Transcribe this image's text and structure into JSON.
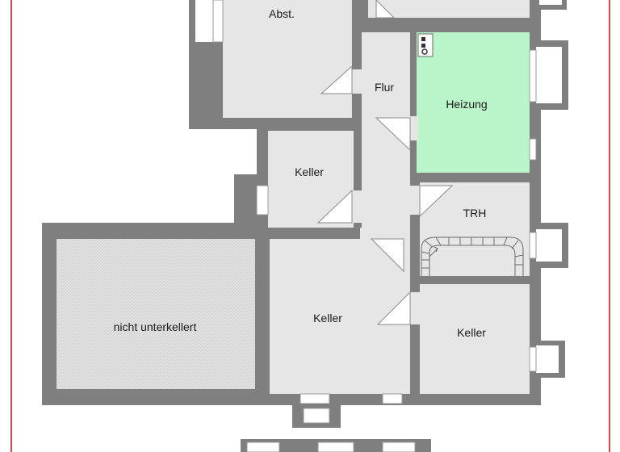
{
  "colors": {
    "border": "#e04848",
    "wall": "#7f7f7f",
    "floor": "#e6e6e6",
    "highlight": "#b9f5c8",
    "hatch": "#cfcfcf",
    "window": "#ffffff"
  },
  "rooms": {
    "abst": "Abst.",
    "flur": "Flur",
    "heizung": "Heizung",
    "keller_mid": "Keller",
    "trh": "TRH",
    "nicht_unterkellert": "nicht unterkellert",
    "keller_center": "Keller",
    "keller_right": "Keller"
  },
  "highlighted_room": "Heizung"
}
